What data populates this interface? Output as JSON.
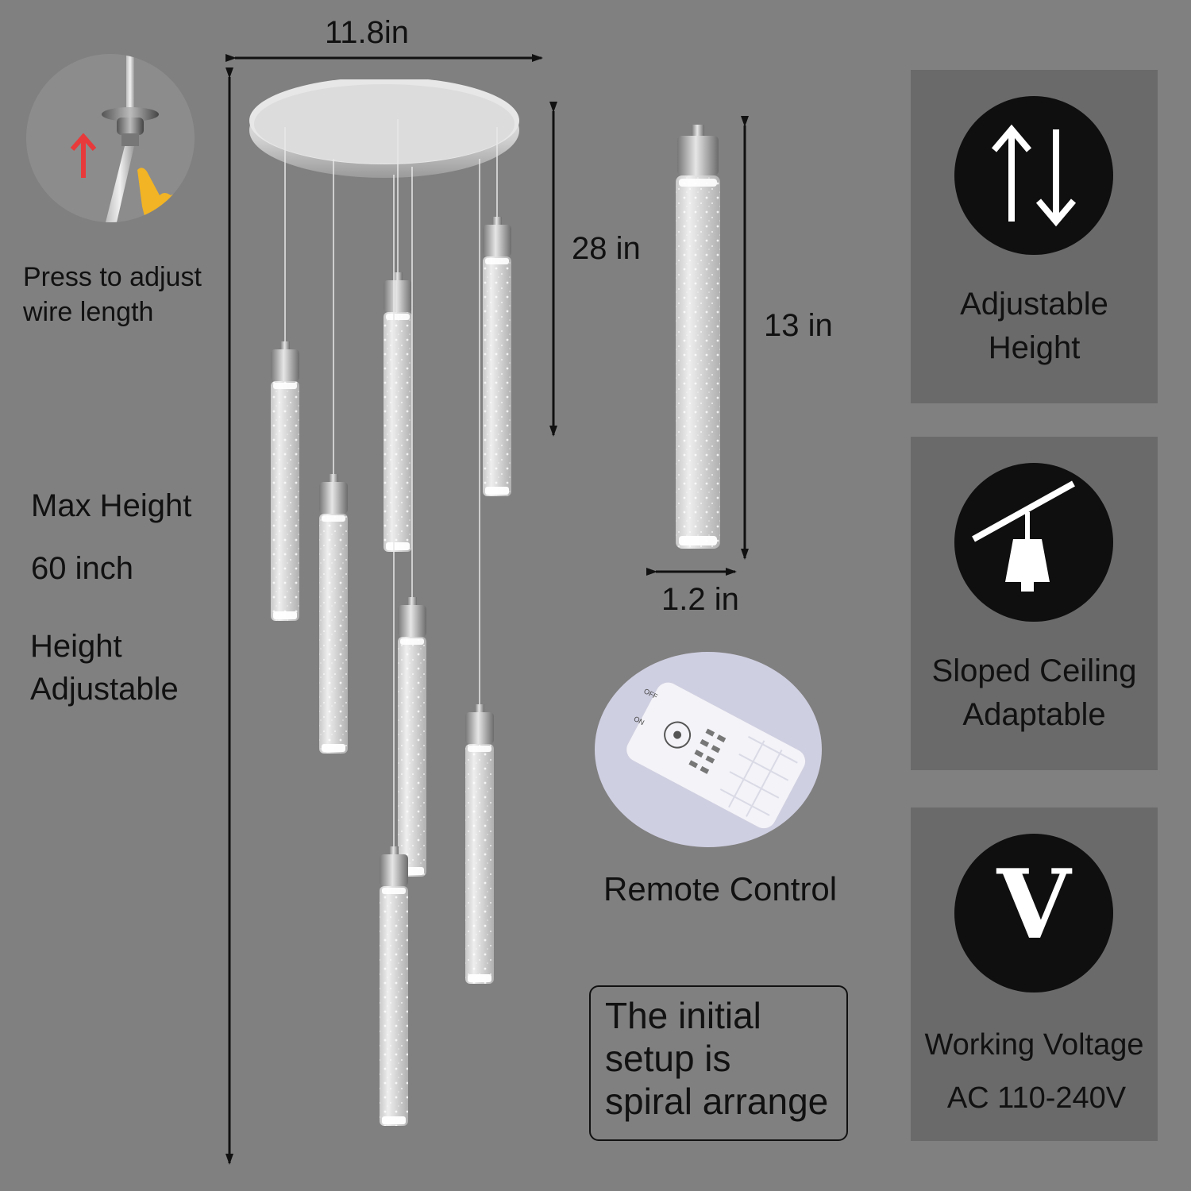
{
  "dimensions": {
    "width_label": "11.8in",
    "drop_label": "28 in",
    "tube_height_label": "13 in",
    "tube_width_label": "1.2 in"
  },
  "left_info": {
    "press_line1": "Press to adjust",
    "press_line2": "wire length",
    "max_height_line1": "Max Height",
    "max_height_line2": "60 inch",
    "height_adj_line1": "Height",
    "height_adj_line2": "Adjustable"
  },
  "remote": {
    "label": "Remote Control",
    "button_labels": [
      "OFF",
      "ON"
    ]
  },
  "note": {
    "line1": "The initial",
    "line2": "setup is",
    "line3": "spiral arrange"
  },
  "features": [
    {
      "icon": "up-down-arrows-icon",
      "line1": "Adjustable",
      "line2": "Height"
    },
    {
      "icon": "sloped-ceiling-pendant-icon",
      "line1": "Sloped Ceiling",
      "line2": "Adaptable"
    },
    {
      "icon": "voltage-v-icon",
      "letter": "V",
      "line1": "Working Voltage",
      "line2": "AC 110-240V"
    }
  ],
  "colors": {
    "background": "#808080",
    "panel": "#6a6a6a",
    "icon_circle": "#0f0f0f",
    "arrow_red": "#e83a3a",
    "hand_yellow": "#f2b424"
  }
}
